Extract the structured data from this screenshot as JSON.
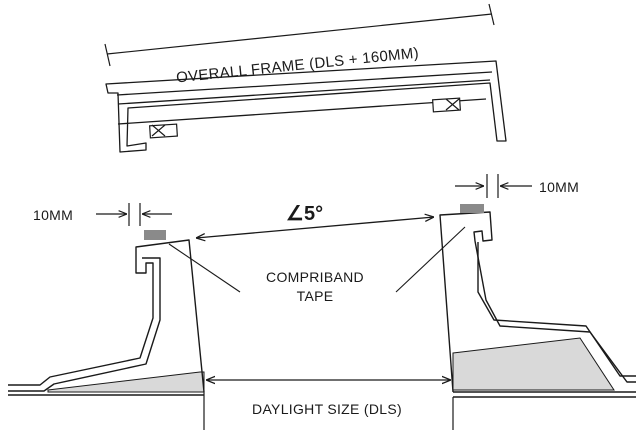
{
  "labels": {
    "overall_frame": "OVERALL FRAME (DLS + 160MM)",
    "left_gap": "10MM",
    "right_gap": "10MM",
    "angle_symbol": "∠",
    "angle_value": "5°",
    "tape_line1": "COMPRIBAND",
    "tape_line2": "TAPE",
    "daylight": "DAYLIGHT SIZE (DLS)"
  },
  "colors": {
    "line": "#1a1a1a",
    "wedge_fill": "#d9d9d9",
    "tape_fill": "#8a8a8a"
  }
}
